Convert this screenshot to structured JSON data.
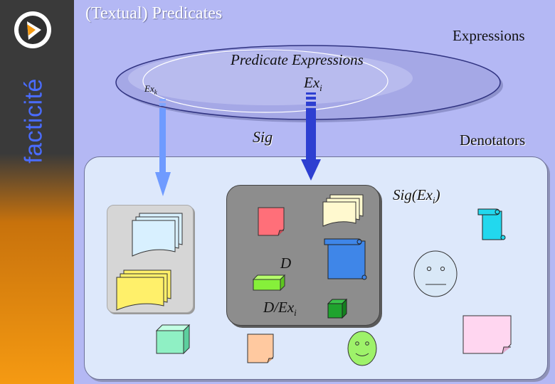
{
  "slide": {
    "title": "(Textual) Predicates",
    "vertical_label": "facticité"
  },
  "labels": {
    "expressions": "Expressions",
    "predicate_expressions": "Predicate Expressions",
    "ex_i": "Ex",
    "ex_i_sub": "i",
    "ex_k": "Ex",
    "ex_k_sub": "k",
    "sig": "Sig",
    "denotators": "Denotators",
    "sig_ex_i_prefix": "Sig(Ex",
    "sig_ex_i_sub": "i",
    "sig_ex_i_suffix": ")",
    "d": "D",
    "d_ex_i_prefix": "D/Ex",
    "d_ex_i_sub": "i"
  },
  "colors": {
    "background": "#b4b8f4",
    "accent_orange": "#f59a12",
    "label_blue": "#4a6cff",
    "ellipse": "#a5a8e6",
    "arrow_light": "#6f9bff",
    "arrow_dark": "#2d3fd1"
  },
  "icons": [
    "logo-icon",
    "document-stack-icon",
    "sticky-note-icon",
    "scroll-icon",
    "cube-icon",
    "smiley-icon"
  ]
}
